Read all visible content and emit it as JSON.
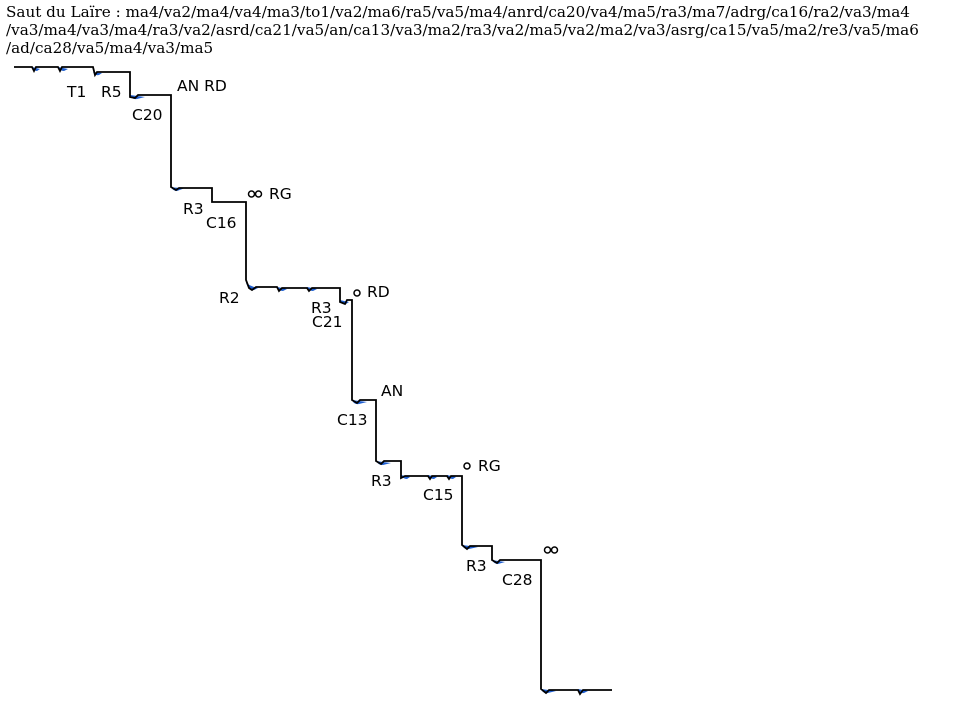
{
  "header": {
    "canyon_name": "Saut du Laïre",
    "separator": " : ",
    "lines": [
      "ma4/va2/ma4/va4/ma3/to1/va2/ma6/ra5/va5/ma4/anrd/ca20/va4/ma5/ra3/ma7/adrg/ca16/ra2/va3/ma4",
      "/va3/ma4/va3/ma4/ra3/va2/asrd/ca21/va5/an/ca13/va3/ma2/ra3/va2/ma5/va2/ma2/va3/asrg/ca15/va5/ma2/re3/va5/ma6",
      "/ad/ca28/va5/ma4/va3/ma5"
    ]
  },
  "labels": {
    "t1": "T1",
    "r5": "R5",
    "c20": "C20",
    "an_rd_1": "AN RD",
    "r3_a": "R3",
    "c16": "C16",
    "rg_1": "RG",
    "r2": "R2",
    "r3_b": "R3",
    "c21": "C21",
    "rd_2": "RD",
    "an_2": "AN",
    "c13": "C13",
    "r3_c": "R3",
    "c15": "C15",
    "rg_2": "RG",
    "r3_d": "R3",
    "c28": "C28"
  },
  "colors": {
    "profile_line": "#000000",
    "pool": "#1f5fd0",
    "text": "#000000"
  }
}
